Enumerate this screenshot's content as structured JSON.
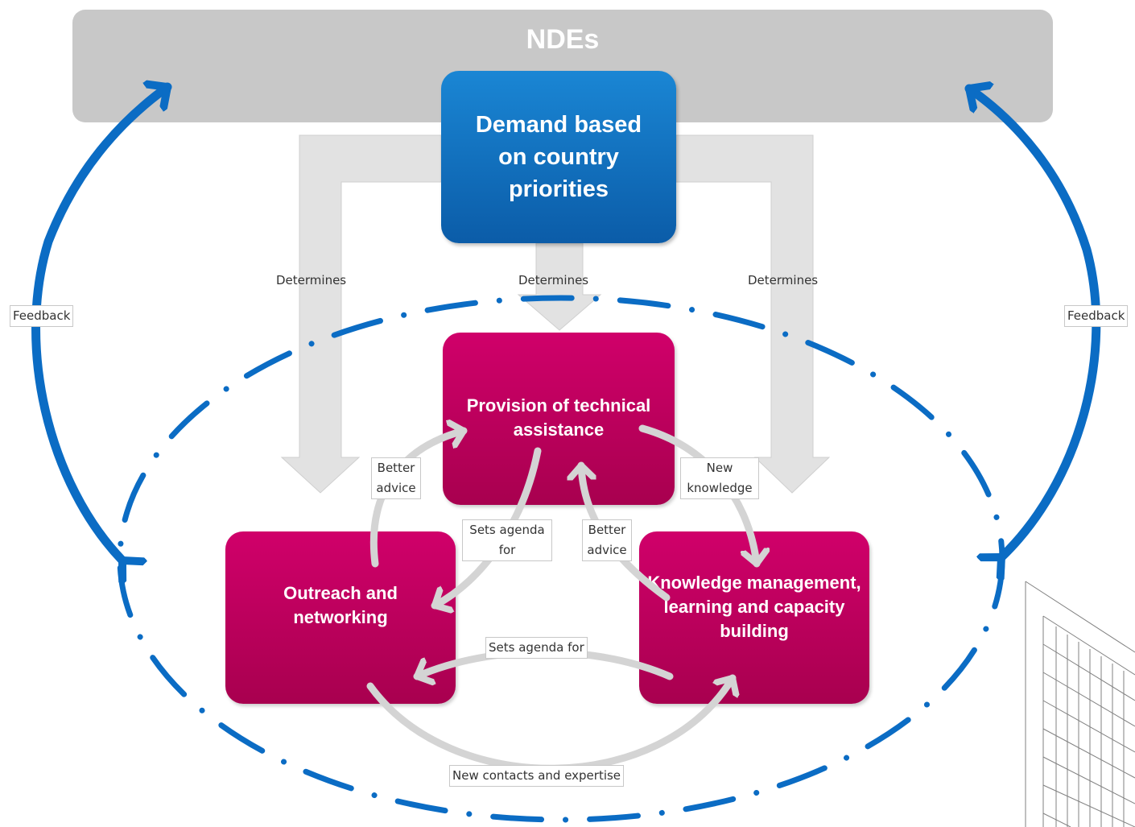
{
  "diagram": {
    "top_bar": "NDEs",
    "center_box": "Demand based on country priorities",
    "nodes": {
      "provision": "Provision of technical assistance",
      "outreach": "Outreach and networking",
      "knowledge": "Knowledge management, learning and capacity building"
    },
    "labels": {
      "determines_left": "Determines",
      "determines_center": "Determines",
      "determines_right": "Determines",
      "feedback_left": "Feedback",
      "feedback_right": "Feedback",
      "better_advice_left": "Better advice",
      "new_knowledge": "New knowledge",
      "sets_agenda_center": "Sets agenda for",
      "better_advice_center": "Better advice",
      "sets_agenda_bottom": "Sets agenda for",
      "new_contacts": "New contacts and expertise"
    }
  },
  "colors": {
    "blue_arrow": "#0b6cc4",
    "demand_box": "#0b5ca8",
    "pink_box": "#c0005e",
    "grey_bar": "#c8c8c8",
    "grey_arrows": "#dcdcdc",
    "cycle_arrows": "#d4d4d4"
  }
}
